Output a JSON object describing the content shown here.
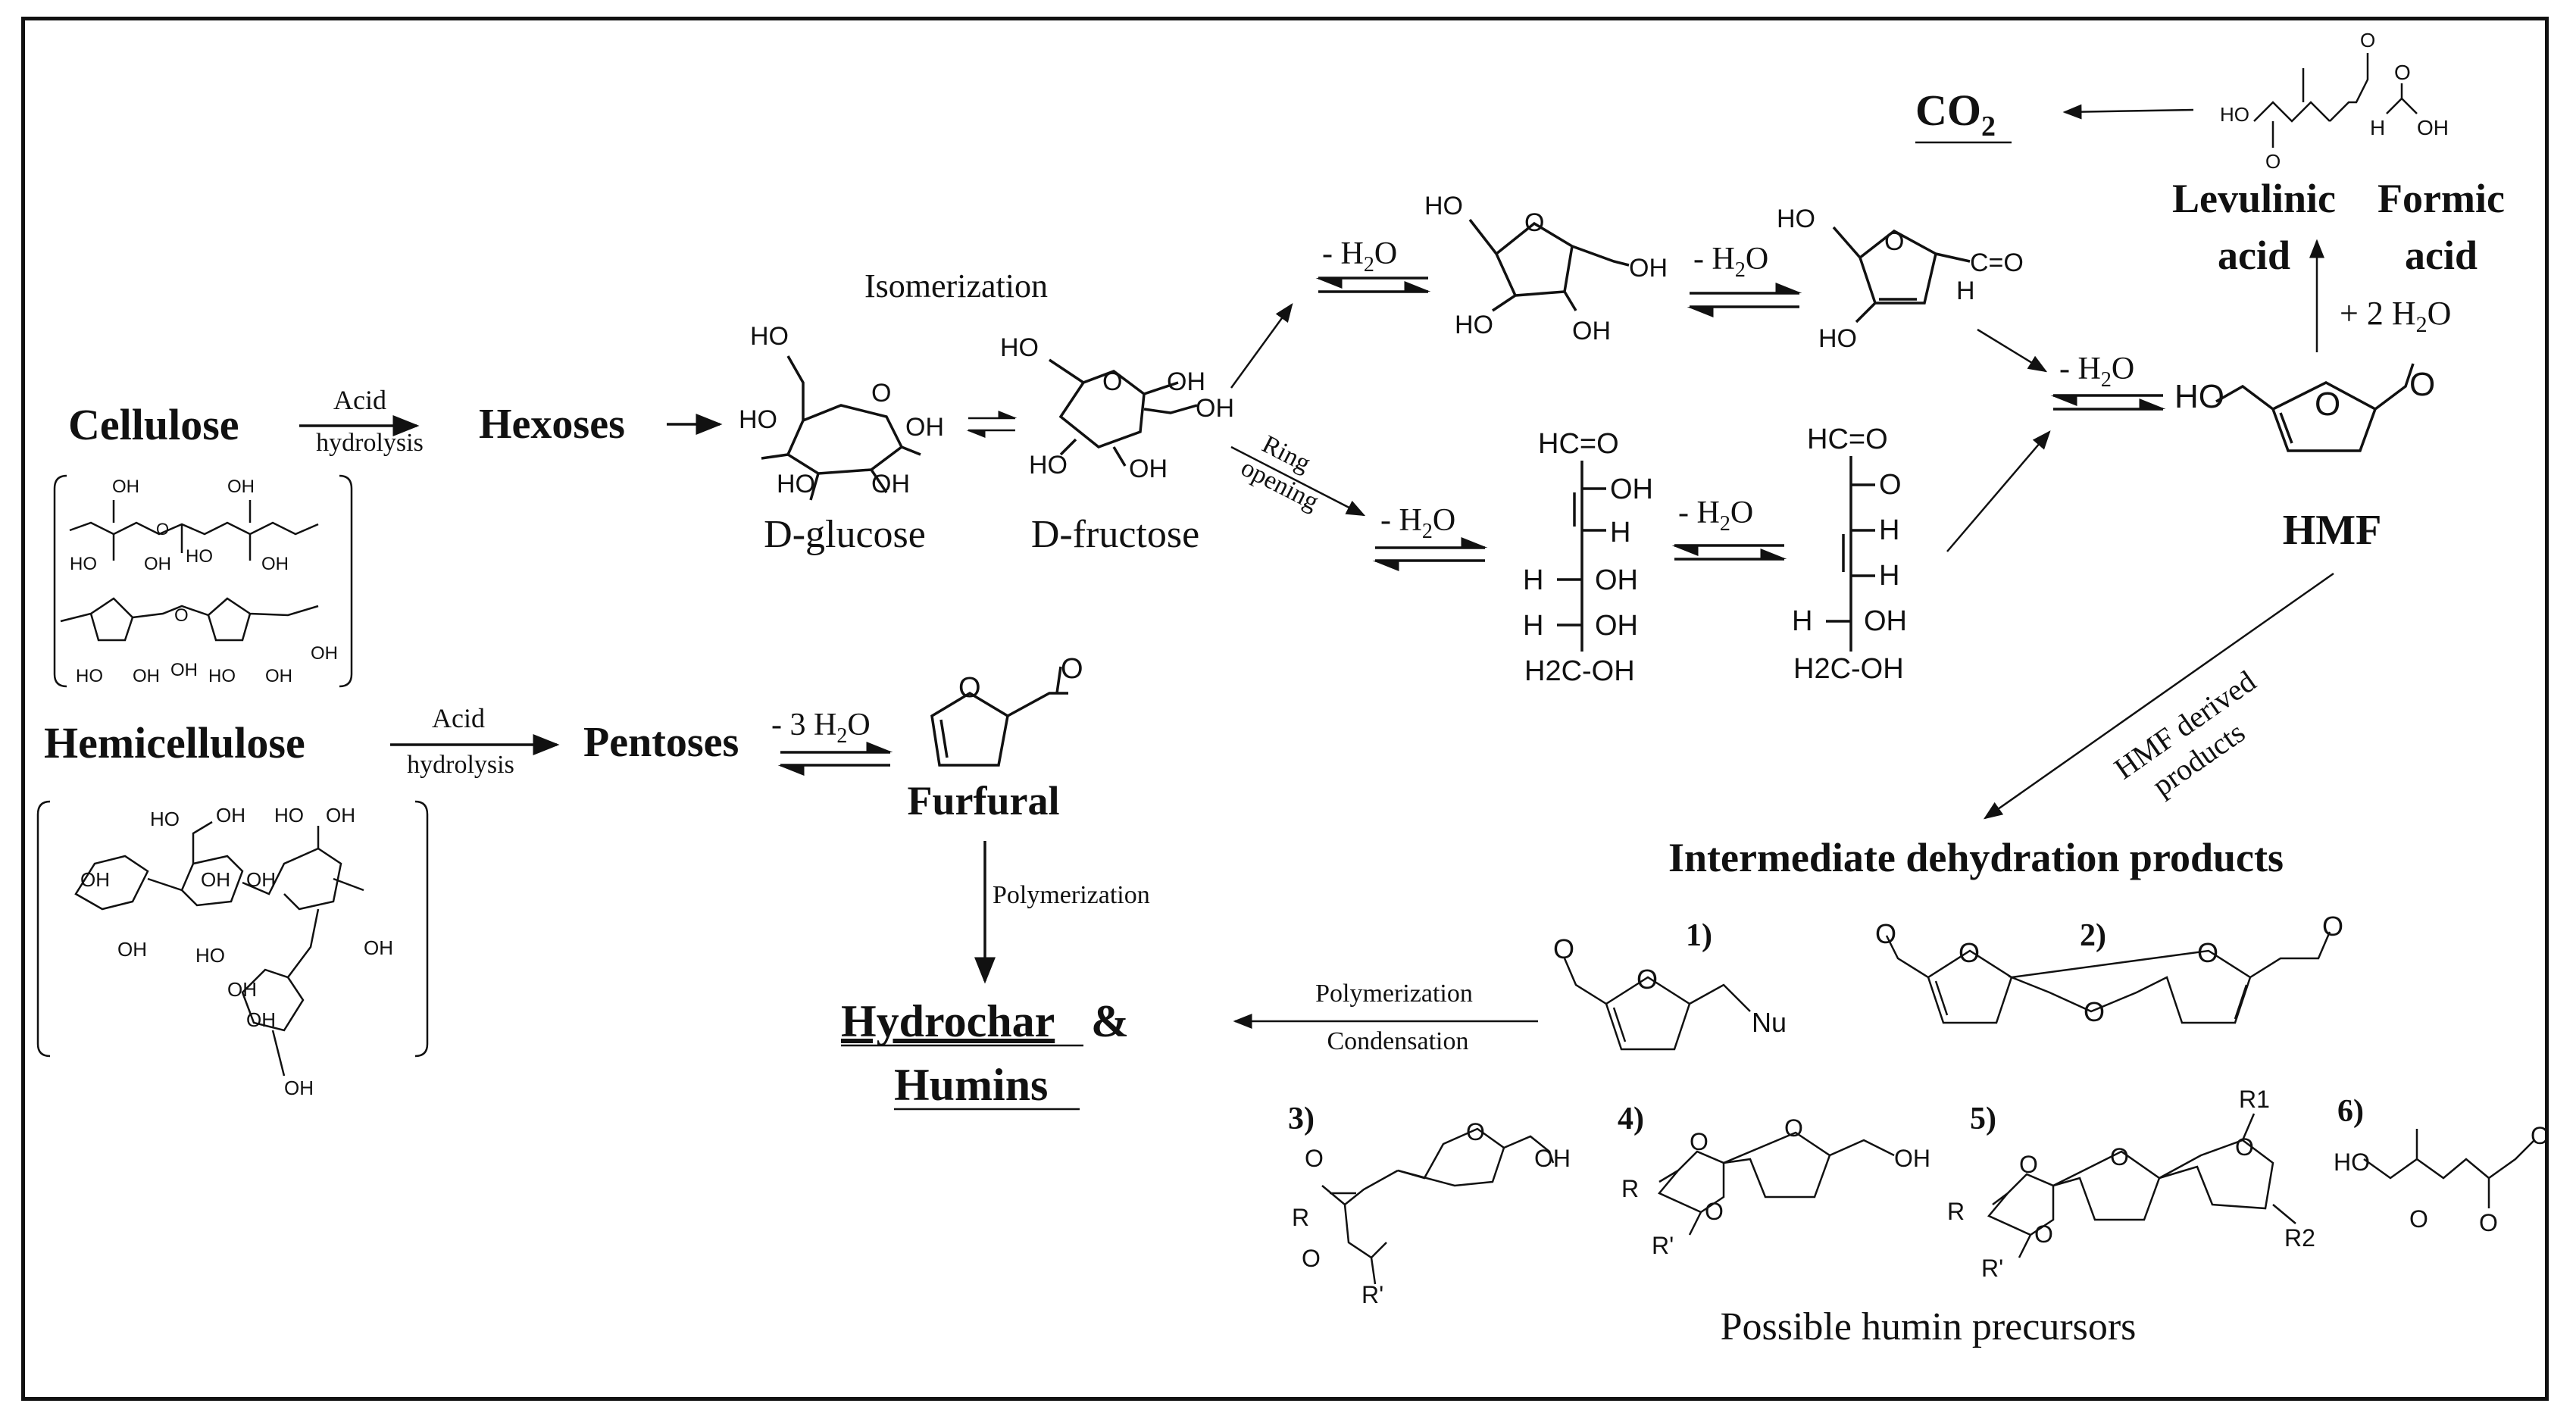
{
  "species": {
    "cellulose": "Cellulose",
    "hemicellulose": "Hemicellulose",
    "hexoses": "Hexoses",
    "pentoses": "Pentoses",
    "d_glucose": "D-glucose",
    "d_fructose": "D-fructose",
    "furfural": "Furfural",
    "hmf": "HMF",
    "levulinic": [
      "Levulinic",
      "acid"
    ],
    "formic": [
      "Formic",
      "acid"
    ],
    "co2": {
      "main": "CO",
      "sub": "2"
    },
    "hydrochar": [
      "Hydrochar",
      "&",
      "Humins"
    ]
  },
  "reactions": {
    "acid": "Acid",
    "hydrolysis": "hydrolysis",
    "isomerization": "Isomerization",
    "ring": "Ring",
    "opening": "opening",
    "minus_h2o": {
      "pre": "- H",
      "sub": "2",
      "post": "O"
    },
    "minus_3h2o": {
      "pre": "- 3 H",
      "sub": "2",
      "post": "O"
    },
    "plus_2h2o": {
      "pre": "+ 2 H",
      "sub": "2",
      "post": "O"
    },
    "polymerization": "Polymerization",
    "condensation": "Condensation",
    "hmf_derived": "HMF derived",
    "products": "products"
  },
  "sections": {
    "intermediate": "Intermediate dehydration products",
    "humin_precursors": "Possible humin precursors",
    "precursor_numbers": [
      "1)",
      "2)",
      "3)",
      "4)",
      "5)",
      "6)"
    ]
  },
  "atoms": {
    "HO": "HO",
    "OH": "OH",
    "O": "O",
    "H": "H",
    "Nu": "Nu",
    "R": "R",
    "Rp": "R'",
    "R1": "R1",
    "R2": "R2",
    "HCO": "HC=O",
    "CO": "C=O",
    "H2C": "H2C",
    "H2COH": "H2C-OH"
  }
}
